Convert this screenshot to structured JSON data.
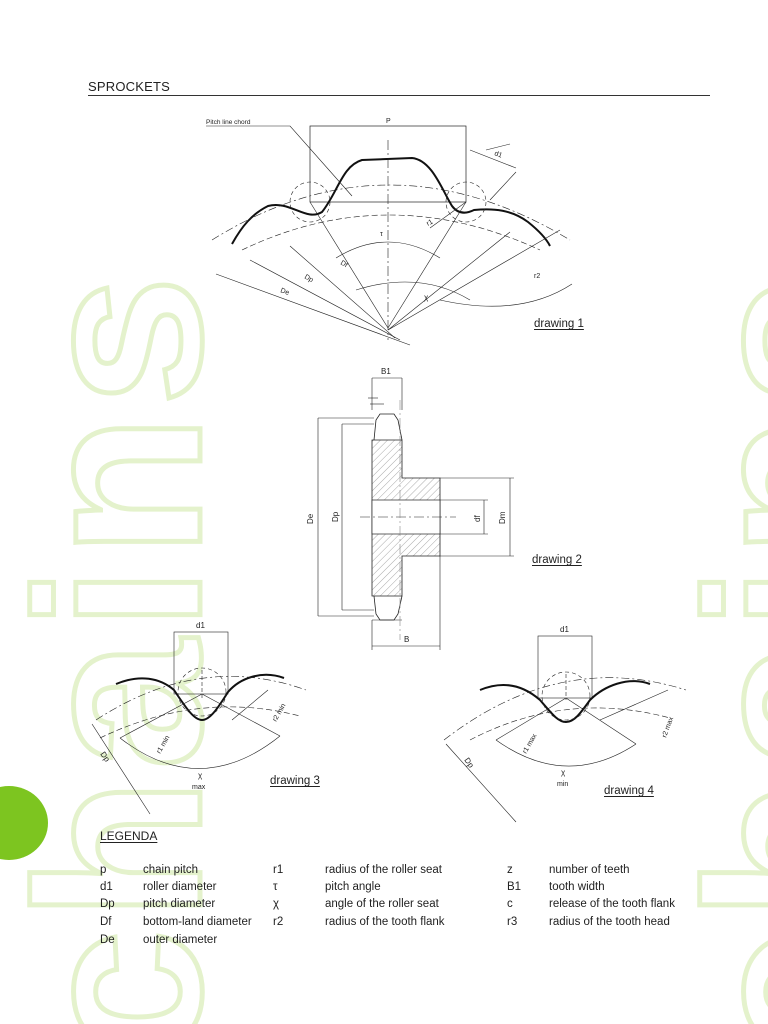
{
  "header": {
    "title": "SPROCKETS"
  },
  "watermark": {
    "text": "chains",
    "color": "#e4f2cc"
  },
  "accent_color": "#7dc520",
  "drawing1": {
    "caption": "drawing 1",
    "labels": {
      "pitch_line_chord": "Pitch line chord",
      "p": "P",
      "d1": "d1",
      "r1": "r1",
      "tau": "τ",
      "df": "Df",
      "dp": "Dp",
      "de": "De",
      "chi": "χ",
      "r2": "r2"
    }
  },
  "drawing2": {
    "caption": "drawing 2",
    "labels": {
      "b1": "B1",
      "de": "De",
      "dp": "Dp",
      "df": "df",
      "dm": "Dm",
      "b": "B"
    }
  },
  "drawing3": {
    "caption": "drawing 3",
    "labels": {
      "d1": "d1",
      "r1": "r1 min",
      "r2": "r2 min",
      "dp": "Dp",
      "chi": "χ",
      "chi_sub": "max"
    }
  },
  "drawing4": {
    "caption": "drawing 4",
    "labels": {
      "d1": "d1",
      "r1": "r1 max",
      "r2": "r2 max",
      "dp": "Dp",
      "chi": "χ",
      "chi_sub": "min"
    }
  },
  "legend": {
    "title": "LEGENDA",
    "col1": [
      {
        "sym": "p",
        "desc": "chain pitch"
      },
      {
        "sym": "d1",
        "desc": "roller diameter"
      },
      {
        "sym": "Dp",
        "desc": "pitch diameter"
      },
      {
        "sym": "Df",
        "desc": "bottom-land diameter"
      },
      {
        "sym": "De",
        "desc": "outer diameter"
      }
    ],
    "col2": [
      {
        "sym": "r1",
        "desc": "radius of the roller seat"
      },
      {
        "sym": "τ",
        "desc": "pitch angle"
      },
      {
        "sym": "χ",
        "desc": "angle of the roller seat"
      },
      {
        "sym": "r2",
        "desc": "radius of the tooth flank"
      }
    ],
    "col3": [
      {
        "sym": "z",
        "desc": "number of teeth"
      },
      {
        "sym": "B1",
        "desc": "tooth width"
      },
      {
        "sym": "c",
        "desc": "release of the tooth flank"
      },
      {
        "sym": "r3",
        "desc": "radius of the tooth head"
      }
    ]
  }
}
